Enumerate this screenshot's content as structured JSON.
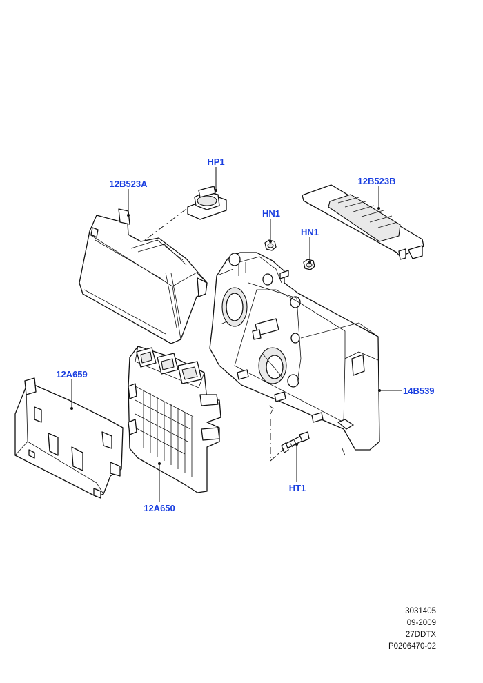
{
  "callouts": {
    "hp1": "HP1",
    "b523a": "12B523A",
    "b523b": "12B523B",
    "hn1_left": "HN1",
    "hn1_right": "HN1",
    "a659": "12A659",
    "b539": "14B539",
    "a650": "12A650",
    "ht1": "HT1"
  },
  "meta": {
    "drawing_number": "3031405",
    "date": "09-2009",
    "model_code": "27DDTX",
    "part_ref": "P0206470-02"
  },
  "colors": {
    "callout_text": "#1a3fe0",
    "line": "#111111",
    "background": "#ffffff"
  }
}
